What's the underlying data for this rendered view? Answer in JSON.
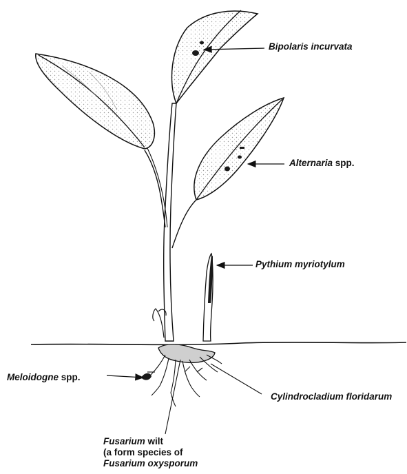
{
  "labels": {
    "bipolaris": {
      "genus": "Bipolaris incurvata"
    },
    "alternaria": {
      "genus": "Alternaria",
      "suffix": "spp."
    },
    "pythium": {
      "genus": "Pythium myriotylum"
    },
    "meloidogne": {
      "genus": "Meloidogne",
      "suffix": "spp."
    },
    "cylindrocladium": {
      "genus": "Cylindrocladium floridarum"
    },
    "fusarium": {
      "line1_genus": "Fusarium",
      "line1_rest": "wilt",
      "line2": "(a form species of",
      "line3": "Fusarium oxysporum"
    }
  },
  "colors": {
    "ink": "#111111",
    "leaf_stipple": "#bdbdbd",
    "lesion": "#1a1a1a"
  }
}
